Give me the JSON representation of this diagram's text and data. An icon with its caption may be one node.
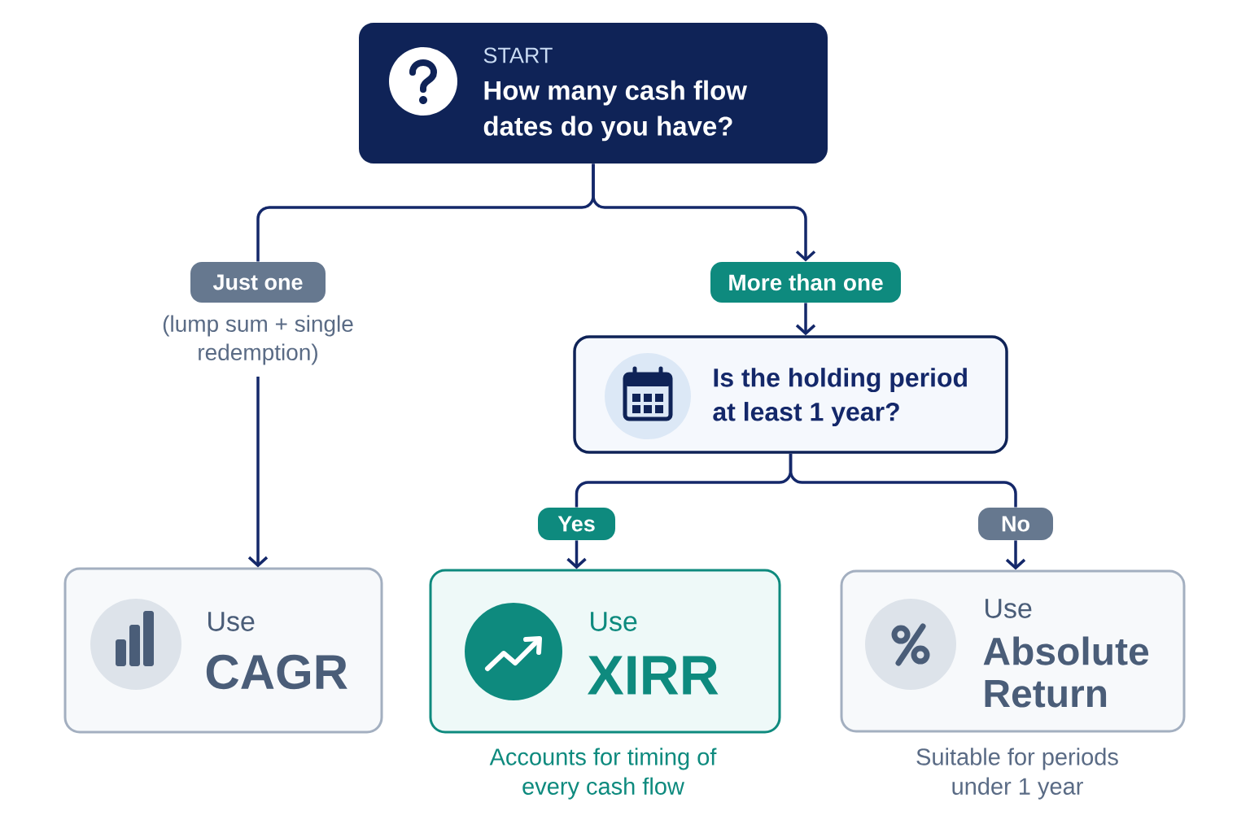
{
  "diagram": {
    "nodes": [
      {
        "text": [
          "START",
          "How many cash flow dates do you have?"
        ]
      },
      {
        "text": [
          "Just one"
        ],
        "beside": [
          "(lump sum + single redemption)"
        ]
      },
      {
        "text": [
          "More than one"
        ]
      },
      {
        "text": [
          "Is the holding period at least 1 year?"
        ]
      },
      {
        "text": [
          "Yes"
        ]
      },
      {
        "text": [
          "No"
        ]
      },
      {
        "text": [
          "Use",
          "CAGR"
        ]
      },
      {
        "text": [
          "Use",
          "XIRR"
        ],
        "beside": [
          "Accounts for timing of every cash flow"
        ]
      },
      {
        "text": [
          "Use",
          "Absolute Return"
        ],
        "beside": [
          "Suitable for periods under 1 year"
        ]
      }
    ],
    "edges": [
      {
        "from": 0,
        "to": 1,
        "arrow": "none"
      },
      {
        "from": 0,
        "to": 2,
        "arrow": "to"
      },
      {
        "from": 1,
        "to": 6,
        "arrow": "to"
      },
      {
        "from": 2,
        "to": 3,
        "arrow": "to"
      },
      {
        "from": 3,
        "to": 4,
        "arrow": "none"
      },
      {
        "from": 3,
        "to": 5,
        "arrow": "none"
      },
      {
        "from": 4,
        "to": 7,
        "arrow": "to"
      },
      {
        "from": 5,
        "to": 8,
        "arrow": "to"
      }
    ]
  }
}
